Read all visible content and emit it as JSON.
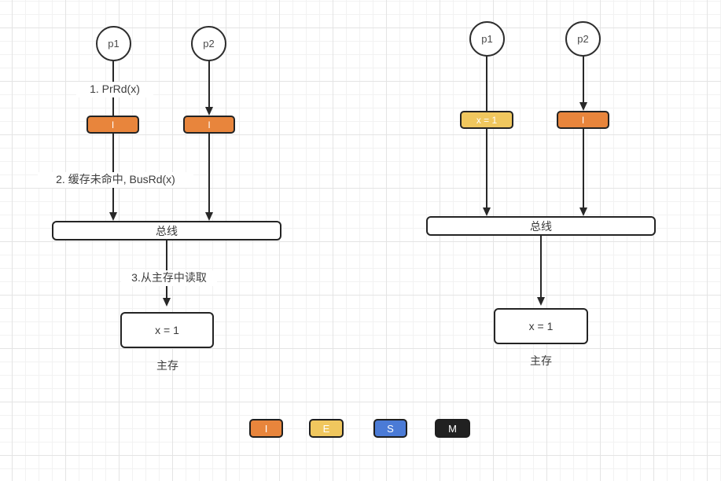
{
  "left_diagram": {
    "processor_1": "p1",
    "processor_2": "p2",
    "step_1_label": "1. PrRd(x)",
    "step_2_label": "2. 缓存未命中, BusRd(x)",
    "step_3_label": "3.从主存中读取",
    "cache_p1_state": "I",
    "cache_p2_state": "I",
    "bus_label": "总线",
    "memory_value": "x = 1",
    "memory_caption": "主存"
  },
  "right_diagram": {
    "processor_1": "p1",
    "processor_2": "p2",
    "cache_p1_state": "x = 1",
    "cache_p2_state": "I",
    "bus_label": "总线",
    "memory_value": "x = 1",
    "memory_caption": "主存"
  },
  "legend": {
    "items": [
      {
        "label": "I",
        "color": "#e8853c"
      },
      {
        "label": "E",
        "color": "#f0c75e"
      },
      {
        "label": "S",
        "color": "#4b7bd6"
      },
      {
        "label": "M",
        "color": "#212121"
      }
    ]
  },
  "colors": {
    "state_i_orange": "#e8853c",
    "state_e_yellow": "#f0c75e",
    "state_s_blue": "#4b7bd6",
    "state_m_black": "#212121",
    "line": "#282828",
    "grid_minor": "#f2f2f2",
    "grid_major": "#e4e4e4"
  }
}
